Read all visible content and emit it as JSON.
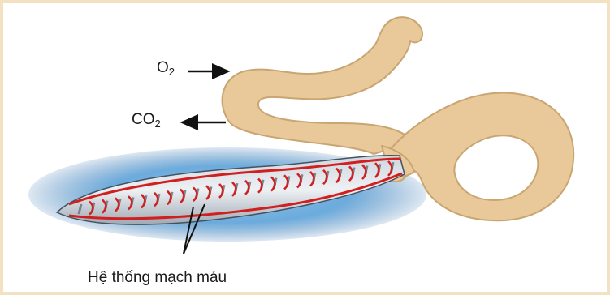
{
  "labels": {
    "oxygen_main": "O",
    "oxygen_sub": "2",
    "carbon_dioxide_main": "CO",
    "carbon_dioxide_sub": "2",
    "caption": "Hệ thống mạch máu"
  },
  "colors": {
    "frame": "#f3e2c2",
    "worm_skin": "#e9c99a",
    "worm_outline": "#c9a571",
    "blood_vessels": "#d11f1f",
    "glow": "#3a8fd1",
    "arrow": "#111111"
  }
}
